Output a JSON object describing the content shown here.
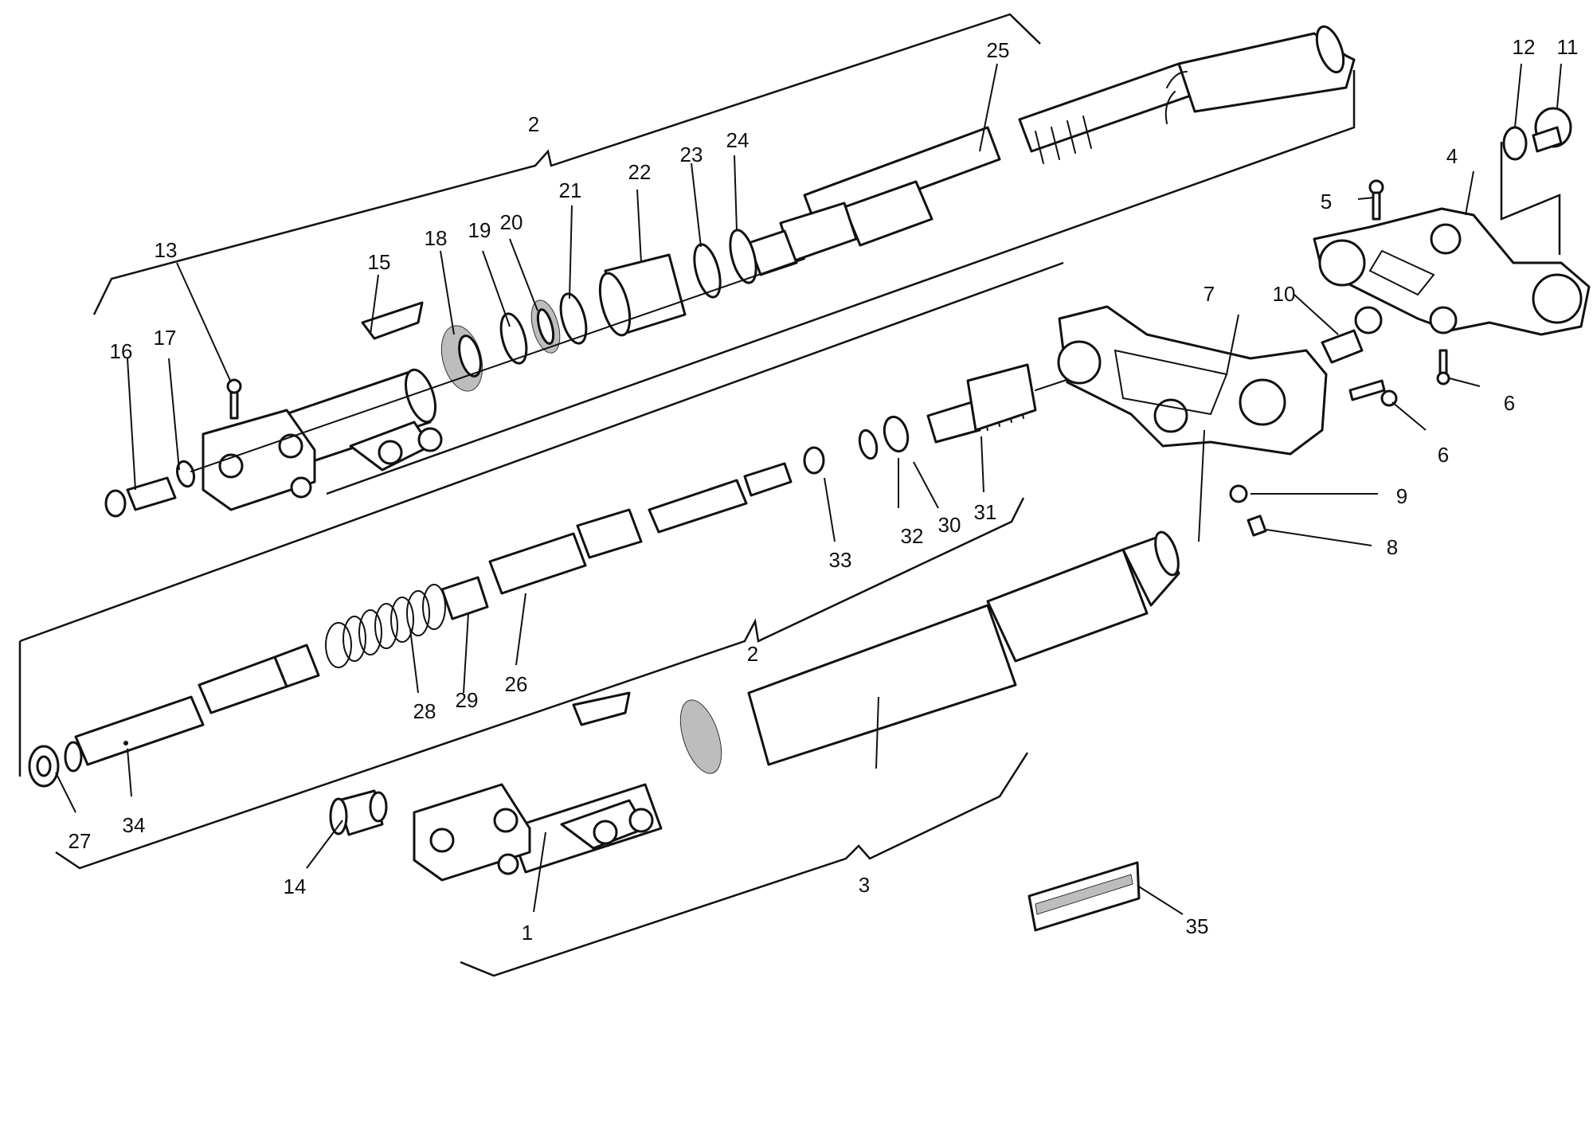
{
  "diagram": {
    "labels": {
      "l1": "1",
      "l2a": "2",
      "l2b": "2",
      "l3": "3",
      "l4": "4",
      "l5": "5",
      "l6a": "6",
      "l6b": "6",
      "l7": "7",
      "l8": "8",
      "l9": "9",
      "l10": "10",
      "l11": "11",
      "l12": "12",
      "l13": "13",
      "l14": "14",
      "l15": "15",
      "l16": "16",
      "l17": "17",
      "l18": "18",
      "l19": "19",
      "l20": "20",
      "l21": "21",
      "l22": "22",
      "l23": "23",
      "l24": "24",
      "l25": "25",
      "l26": "26",
      "l27": "27",
      "l28": "28",
      "l29": "29",
      "l30": "30",
      "l31": "31",
      "l32": "32",
      "l33": "33",
      "l34": "34",
      "l35": "35"
    },
    "colors": {
      "ink": "#111111",
      "background": "#ffffff",
      "shading": "#bdbdbd"
    }
  }
}
